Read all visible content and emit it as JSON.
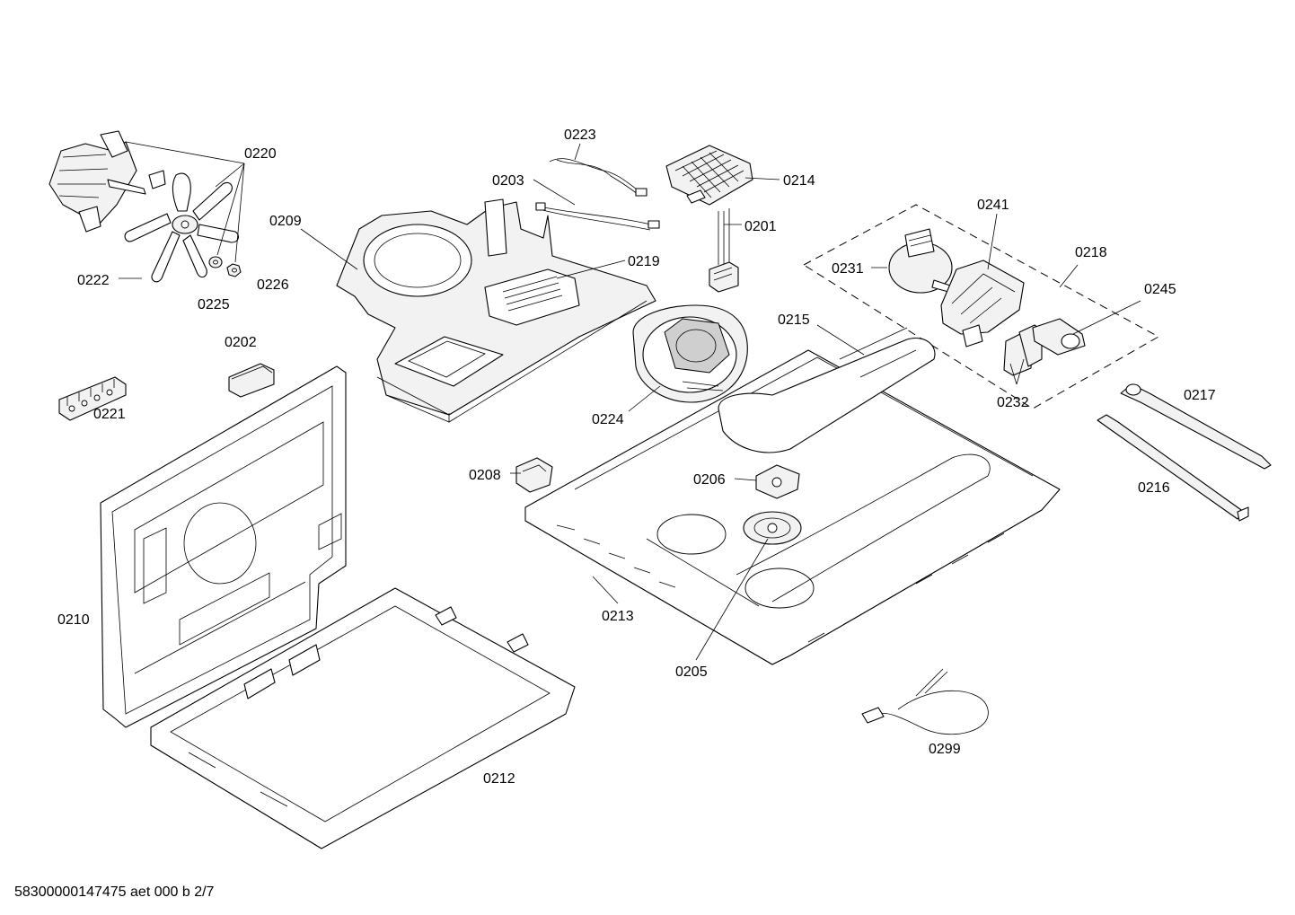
{
  "labels": {
    "l0220": "0220",
    "l0222": "0222",
    "l0225": "0225",
    "l0226": "0226",
    "l0209": "0209",
    "l0223": "0223",
    "l0203": "0203",
    "l0214": "0214",
    "l0201": "0201",
    "l0219": "0219",
    "l0241": "0241",
    "l0218": "0218",
    "l0231": "0231",
    "l0245": "0245",
    "l0215": "0215",
    "l0224": "0224",
    "l0232": "0232",
    "l0217": "0217",
    "l0216": "0216",
    "l0202": "0202",
    "l0221": "0221",
    "l0208": "0208",
    "l0206": "0206",
    "l0210": "0210",
    "l0213": "0213",
    "l0205": "0205",
    "l0212": "0212",
    "l0299": "0299"
  },
  "footer": "58300000147475 aet 000 b 2/7"
}
